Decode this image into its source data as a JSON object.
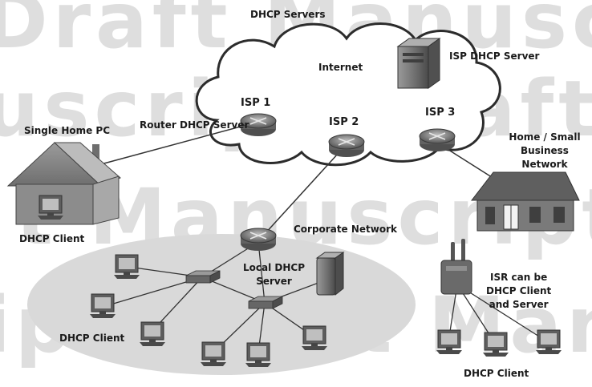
{
  "watermarks": [
    "Draft Manuscr",
    "uscript Draft M",
    "t Manuscript",
    "ipt Draft Manu"
  ],
  "labels": {
    "dhcp_servers": "DHCP Servers",
    "internet": "Internet",
    "isp_dhcp_server": "ISP DHCP Server",
    "isp1": "ISP 1",
    "isp2": "ISP 2",
    "isp3": "ISP 3",
    "router_dhcp_server": "Router DHCP Server",
    "single_home_pc": "Single Home PC",
    "home_small_business": "Home / Small\nBusiness Network",
    "dhcp_client_home": "DHCP Client",
    "corporate_network": "Corporate Network",
    "local_dhcp_server": "Local DHCP\nServer",
    "dhcp_client_lan": "DHCP Client",
    "isr_note": "ISR can be\nDHCP Client\nand Server",
    "dhcp_client_isr": "DHCP Client"
  },
  "colors": {
    "background": "#ffffff",
    "lan_ellipse": "#d9d9d9",
    "house": "#8a8a8a",
    "equipment": "#7a7a7a",
    "watermark": "#dedede"
  }
}
